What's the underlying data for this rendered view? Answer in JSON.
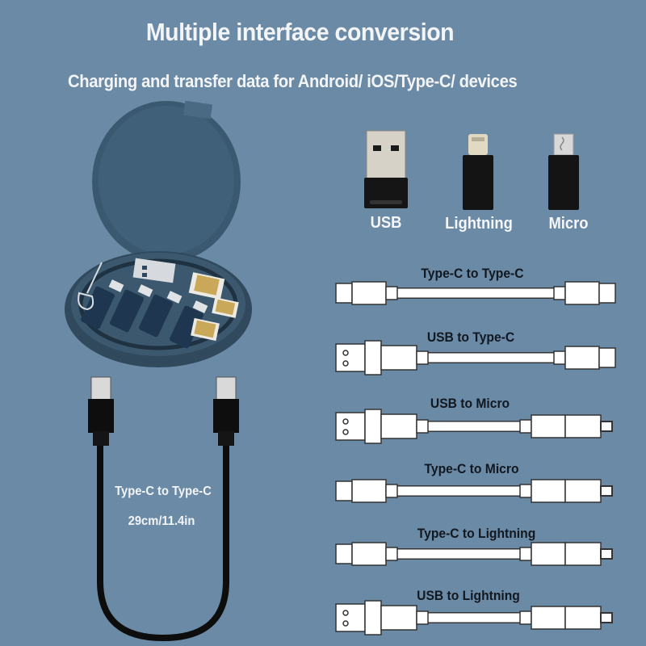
{
  "header": {
    "title": "Multiple interface conversion",
    "subtitle": "Charging and transfer data for Android/ iOS/Type-C/ devices"
  },
  "colors": {
    "background": "#6b8aa6",
    "case": "#3e5a70",
    "text_light": "#f2f4f6",
    "text_dark": "#111820",
    "sim_gold": "#c9a85a"
  },
  "adapters": [
    {
      "label": "USB",
      "icon": "usb-adapter-icon"
    },
    {
      "label": "Lightning",
      "icon": "lightning-adapter-icon"
    },
    {
      "label": "Micro",
      "icon": "micro-adapter-icon"
    }
  ],
  "cables": [
    {
      "label": "Type-C to Type-C",
      "left": "type-c",
      "right": "type-c"
    },
    {
      "label": "USB to Type-C",
      "left": "usb",
      "right": "type-c"
    },
    {
      "label": "USB to Micro",
      "left": "usb",
      "right": "micro"
    },
    {
      "label": "Type-C to Micro",
      "left": "type-c",
      "right": "micro"
    },
    {
      "label": "Type-C to Lightning",
      "left": "type-c",
      "right": "lightning"
    },
    {
      "label": "USB to Lightning",
      "left": "usb",
      "right": "lightning"
    }
  ],
  "short_cable": {
    "label": "Type-C to Type-C",
    "length": "29cm/11.4in"
  }
}
